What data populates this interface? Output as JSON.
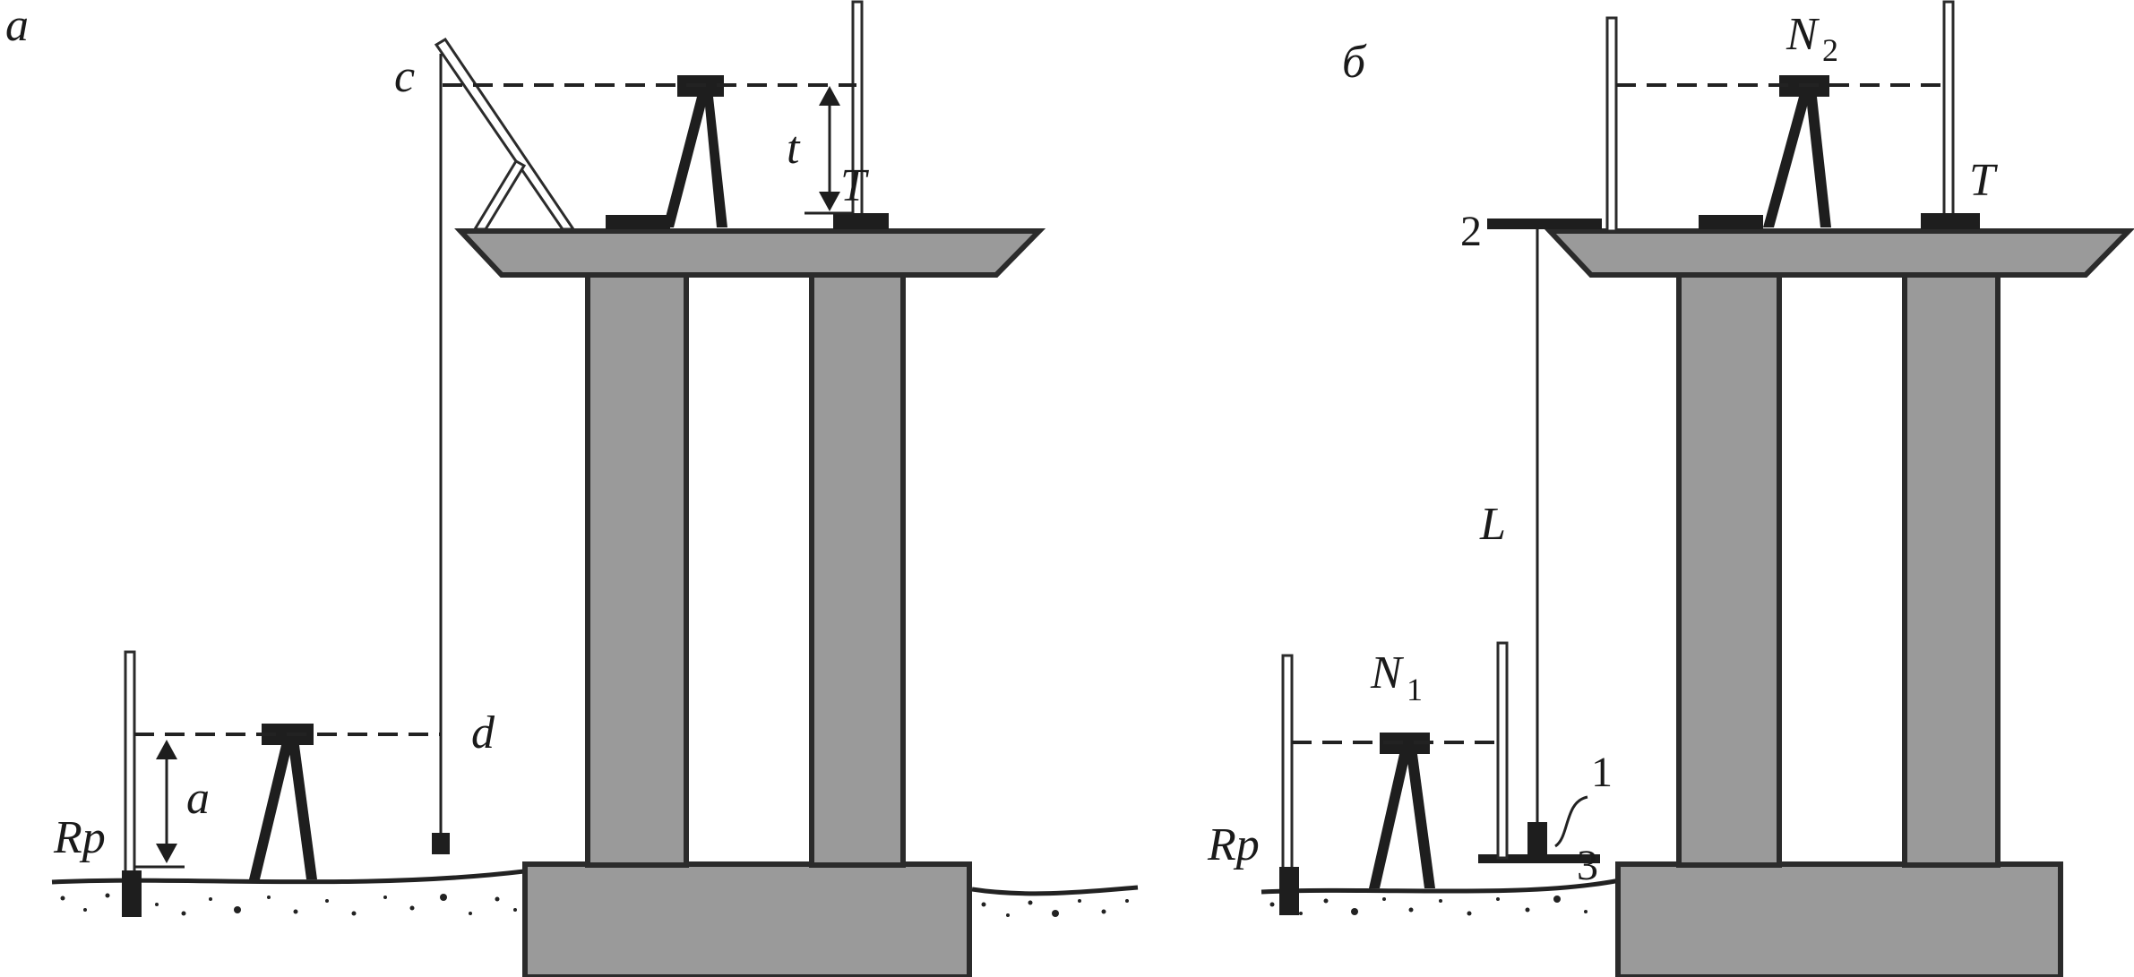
{
  "panel_a": {
    "title": "а",
    "label_c": "c",
    "label_d": "d",
    "label_t": "t",
    "label_T": "T",
    "label_a": "a",
    "label_Rp": "Rp"
  },
  "panel_b": {
    "title": "б",
    "label_N2": "N",
    "label_N2_sub": "2",
    "label_N1": "N",
    "label_N1_sub": "1",
    "label_T": "T",
    "label_L": "L",
    "label_2": "2",
    "label_1": "1",
    "label_3": "3",
    "label_Rp": "Rp"
  }
}
